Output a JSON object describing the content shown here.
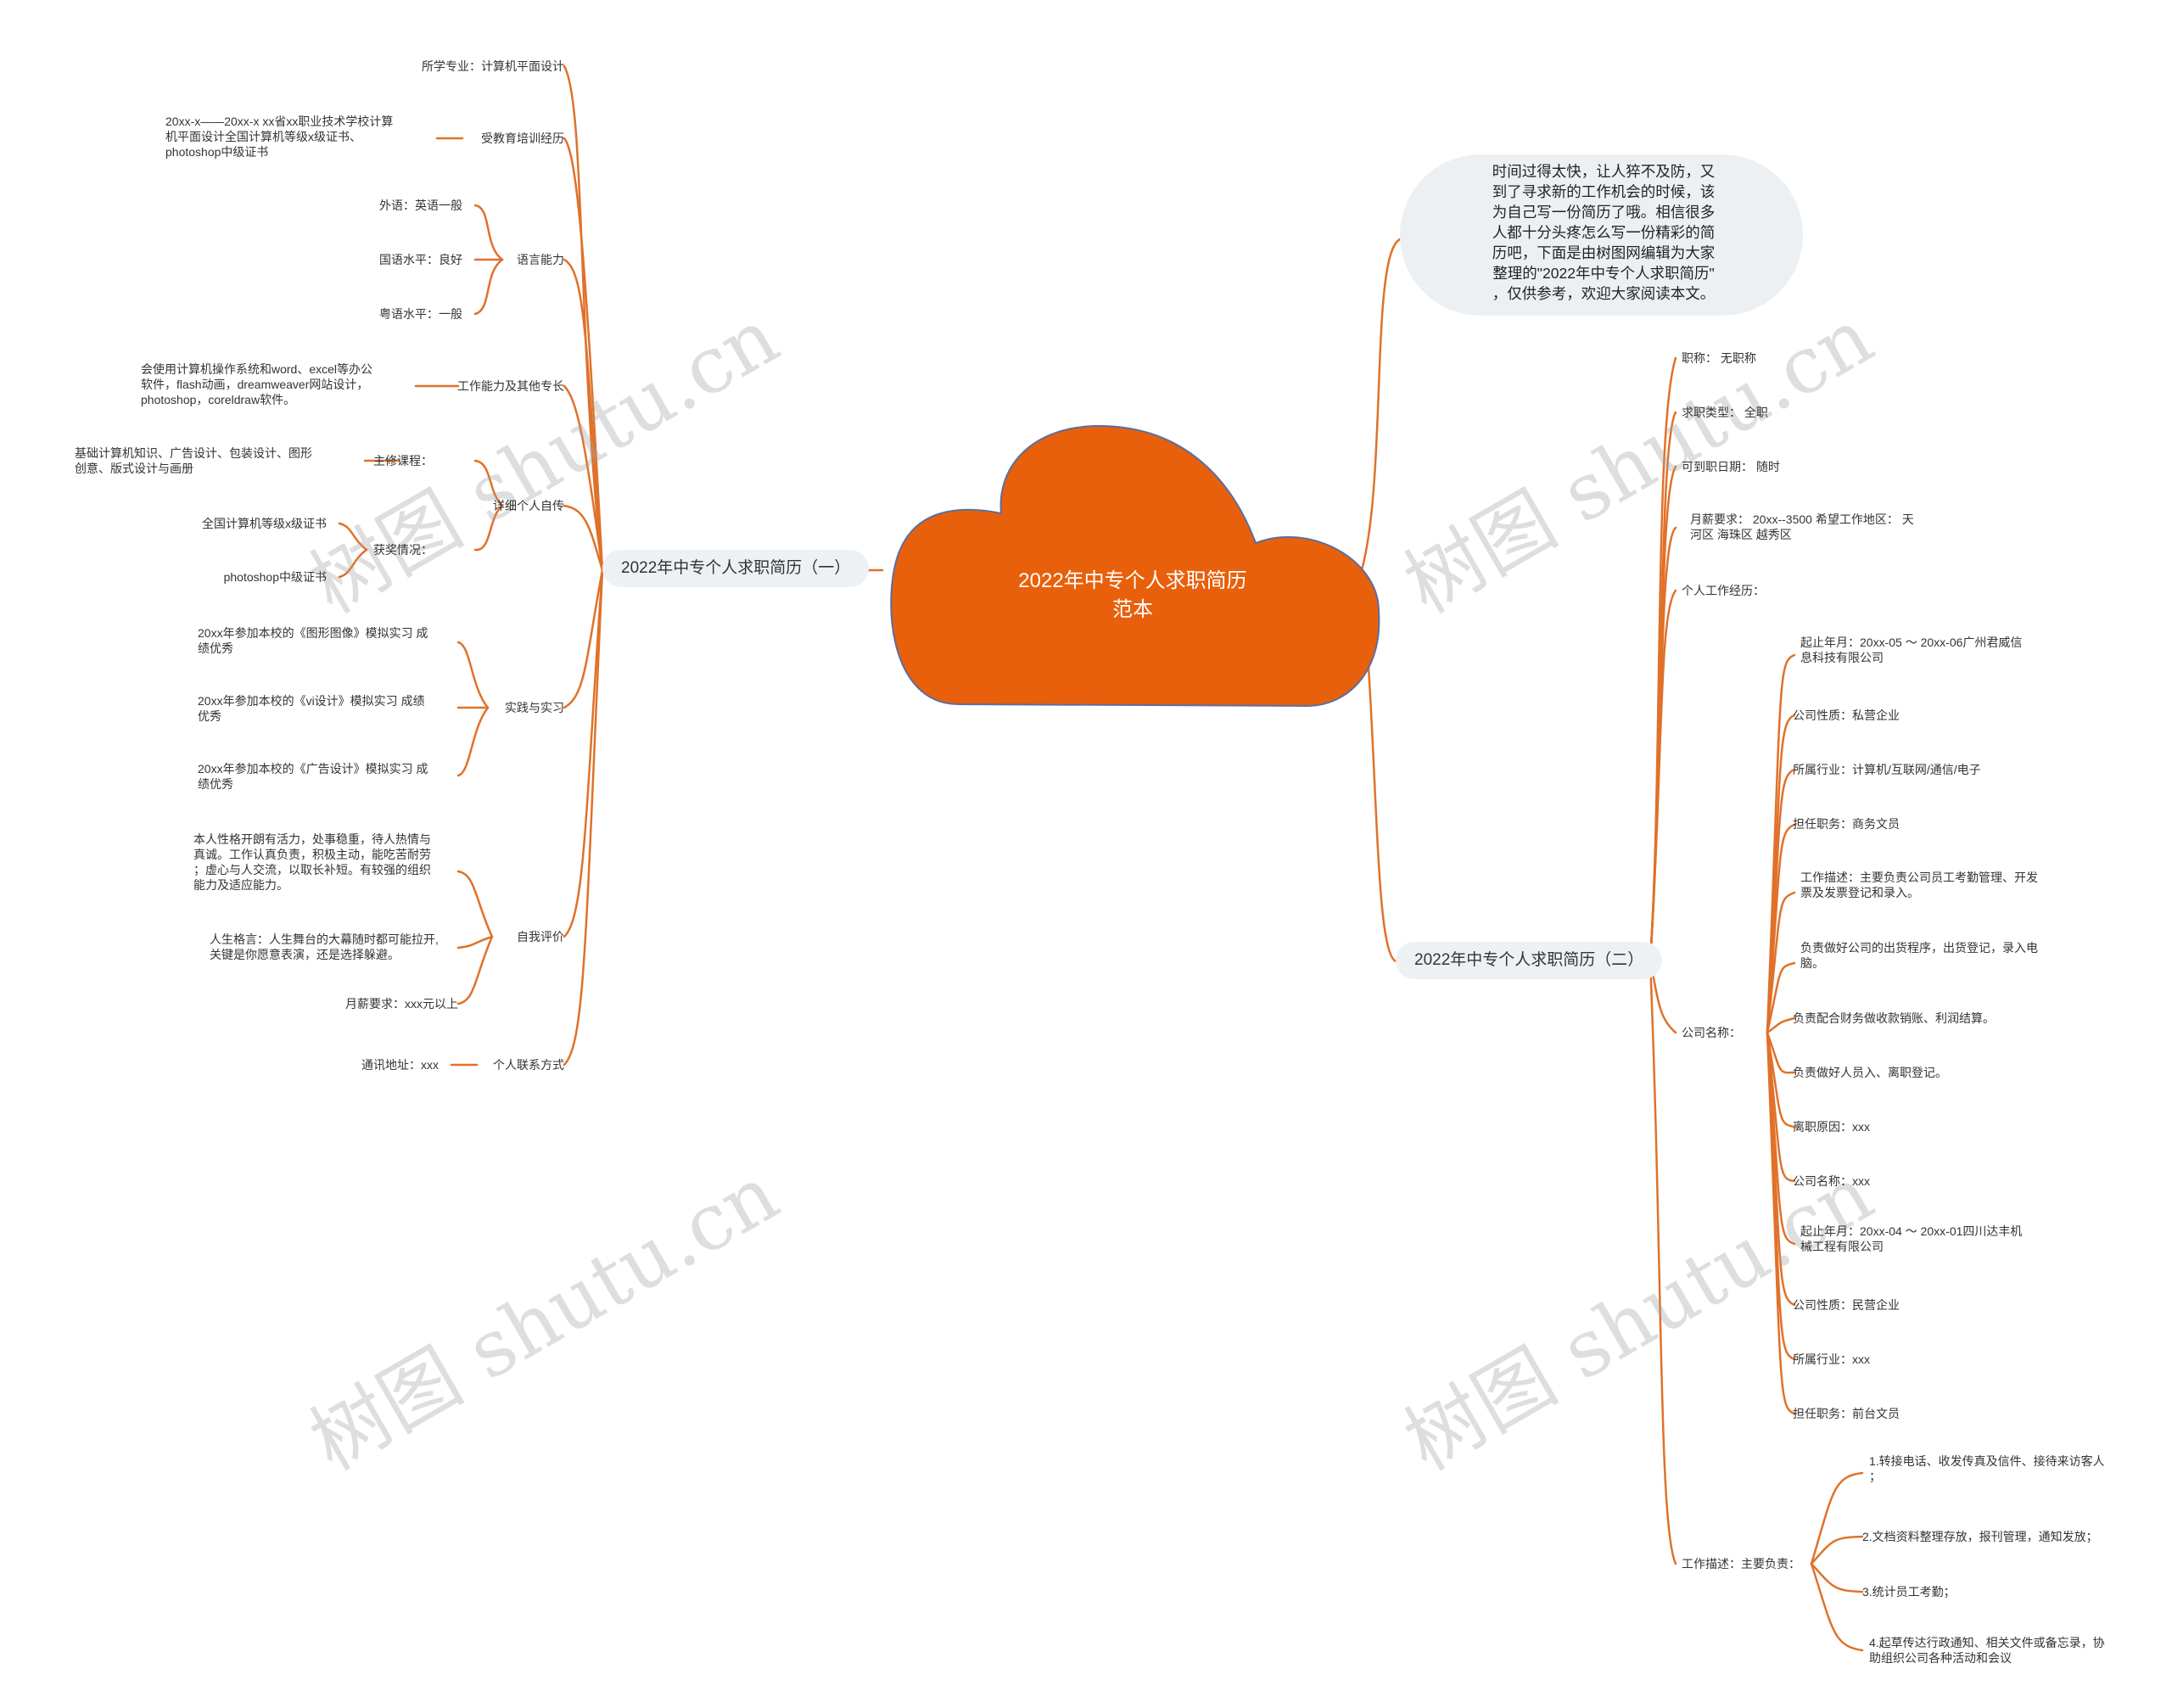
{
  "central": {
    "title_line1": "2022年中专个人求职简历",
    "title_line2": "范本"
  },
  "branch_left": {
    "label": "2022年中专个人求职简历（一）"
  },
  "branch_right": {
    "label": "2022年中专个人求职简历（二）"
  },
  "intro": {
    "lines": [
      "时间过得太快，让人猝不及防，又",
      "到了寻求新的工作机会的时候，该",
      "为自己写一份简历了哦。相信很多",
      "人都十分头疼怎么写一份精彩的简",
      "历吧，下面是由树图网编辑为大家",
      "整理的\"2022年中专个人求职简历\"",
      "，仅供参考，欢迎大家阅读本文。"
    ]
  },
  "left": {
    "major": "所学专业：计算机平面设计",
    "education": {
      "label": "受教育培训经历",
      "detail": [
        "20xx-x——20xx-x xx省xx职业技术学校计算",
        "机平面设计全国计算机等级x级证书、",
        "photoshop中级证书"
      ]
    },
    "language": {
      "label": "语言能力",
      "items": [
        "外语：英语一般",
        "国语水平：良好",
        "粤语水平：一般"
      ]
    },
    "skills": {
      "label": "工作能力及其他专长",
      "detail": [
        "会使用计算机操作系统和word、excel等办公",
        "软件，flash动画，dreamweaver网站设计，",
        "photoshop，coreldraw软件。"
      ]
    },
    "self_intro": {
      "label": "详细个人自传",
      "courses_label": "主修课程：",
      "courses": [
        "基础计算机知识、广告设计、包装设计、图形",
        "创意、版式设计与画册"
      ],
      "awards_label": "获奖情况：",
      "awards": [
        "全国计算机等级x级证书",
        "photoshop中级证书"
      ]
    },
    "practice": {
      "label": "实践与实习",
      "items": [
        [
          "20xx年参加本校的《图形图像》模拟实习 成",
          "绩优秀"
        ],
        [
          "20xx年参加本校的《vi设计》模拟实习 成绩",
          "优秀"
        ],
        [
          "20xx年参加本校的《广告设计》模拟实习 成",
          "绩优秀"
        ]
      ]
    },
    "evaluation": {
      "label": "自我评价",
      "item1": [
        "本人性格开朗有活力，处事稳重，待人热情与",
        "真诚。工作认真负责，积极主动，能吃苦耐劳",
        "；虚心与人交流，以取长补短。有较强的组织",
        "能力及适应能力。"
      ],
      "item2": [
        "人生格言：人生舞台的大幕随时都可能拉开,",
        "关键是你愿意表演，还是选择躲避。"
      ],
      "item3": "月薪要求：xxx元以上"
    },
    "contact": {
      "label": "个人联系方式",
      "address": "通讯地址：xxx"
    }
  },
  "right": {
    "title": "职称：  无职称",
    "type": "求职类型：  全职",
    "date": "可到职日期：  随时",
    "salary": [
      "月薪要求：  20xx--3500 希望工作地区：  天",
      "河区 海珠区 越秀区"
    ],
    "experience": "个人工作经历：",
    "company_label": "公司名称：",
    "company_items": [
      [
        "起止年月：20xx-05 ～ 20xx-06广州君威信",
        "息科技有限公司"
      ],
      [
        "公司性质：私营企业"
      ],
      [
        "所属行业：计算机/互联网/通信/电子"
      ],
      [
        "担任职务：商务文员"
      ],
      [
        "工作描述：主要负责公司员工考勤管理、开发",
        "票及发票登记和录入。"
      ],
      [
        "负责做好公司的出货程序，出货登记，录入电",
        "脑。"
      ],
      [
        "负责配合财务做收款销账、利润结算。"
      ],
      [
        "负责做好人员入、离职登记。"
      ],
      [
        "离职原因：xxx"
      ],
      [
        "公司名称：xxx"
      ],
      [
        "起止年月：20xx-04 ～ 20xx-01四川达丰机",
        "械工程有限公司"
      ],
      [
        "公司性质：民营企业"
      ],
      [
        "所属行业：xxx"
      ],
      [
        "担任职务：前台文员"
      ]
    ],
    "duties_label": "工作描述：主要负责：",
    "duties": [
      [
        "1.转接电话、收发传真及信件、接待来访客人",
        "；"
      ],
      [
        "2.文档资料整理存放，报刊管理，通知发放；"
      ],
      [
        "3.统计员工考勤；"
      ],
      [
        "4.起草传达行政通知、相关文件或备忘录，协",
        "助组织公司各种活动和会议"
      ]
    ]
  },
  "watermark": "树图 shutu.cn",
  "colors": {
    "accent": "#e8600b",
    "cloud_outline": "#5a6ea0",
    "line": "#e0712a",
    "bubble": "#edf0f3"
  }
}
